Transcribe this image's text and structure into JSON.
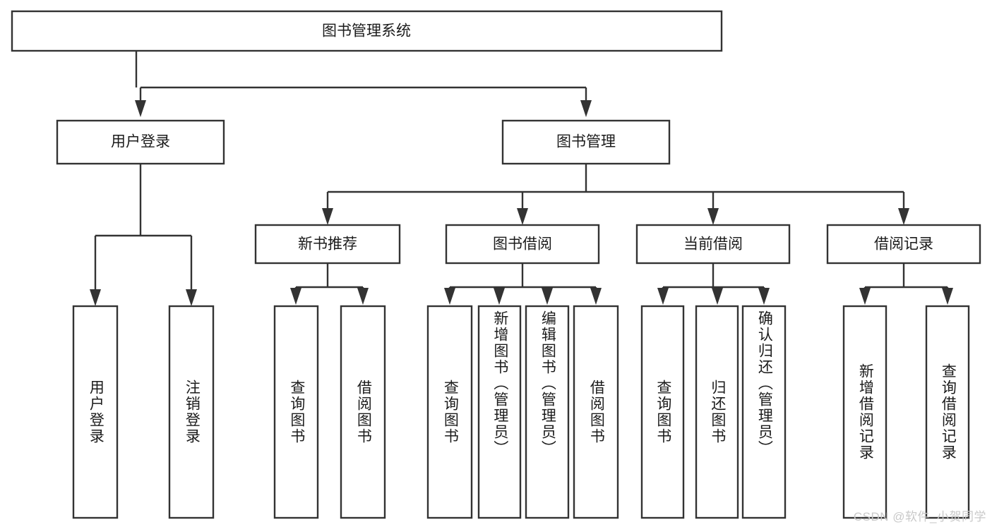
{
  "diagram": {
    "title": "图书管理系统",
    "type": "hierarchy-tree",
    "style": {
      "box_fill": "#ffffff",
      "box_stroke": "#333333",
      "text_color": "#1b1b1b",
      "background": "#ffffff",
      "watermark_color": "#c9c9c9"
    },
    "root": {
      "label": "图书管理系统"
    },
    "level2": [
      {
        "label": "用户登录"
      },
      {
        "label": "图书管理"
      }
    ],
    "level3": [
      {
        "label": "新书推荐"
      },
      {
        "label": "图书借阅"
      },
      {
        "label": "当前借阅"
      },
      {
        "label": "借阅记录"
      }
    ],
    "leaves": {
      "user_login": [
        {
          "label": "用户登录"
        },
        {
          "label": "注销登录"
        }
      ],
      "new_book_recommend": [
        {
          "label": "查询图书"
        },
        {
          "label": "借阅图书"
        }
      ],
      "book_borrow": [
        {
          "label": "查询图书"
        },
        {
          "label": "新增图书（管理员）"
        },
        {
          "label": "编辑图书（管理员）"
        },
        {
          "label": "借阅图书"
        }
      ],
      "current_borrow": [
        {
          "label": "查询图书"
        },
        {
          "label": "归还图书"
        },
        {
          "label": "确认归还（管理员）"
        }
      ],
      "borrow_record": [
        {
          "label": "新增借阅记录"
        },
        {
          "label": "查询借阅记录"
        }
      ]
    }
  },
  "watermark": {
    "text": "CSDN @软件_小贺同学"
  }
}
